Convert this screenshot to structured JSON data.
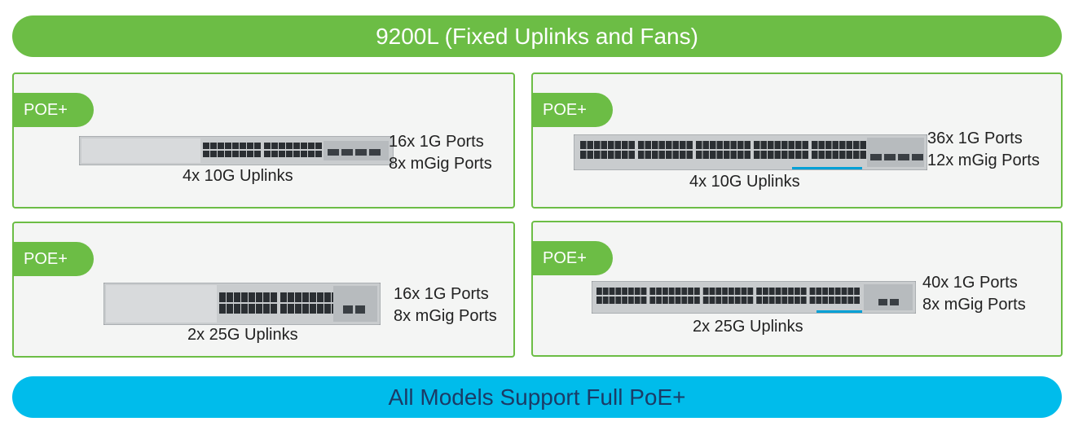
{
  "header": {
    "title": "9200L (Fixed Uplinks and Fans)"
  },
  "footer": {
    "text": "All Models Support Full PoE+"
  },
  "colors": {
    "green": "#6cbd45",
    "blue": "#00bceb",
    "navy": "#1b3b66"
  },
  "cards": [
    {
      "tag": "POE+",
      "uplinks": "4x 10G Uplinks",
      "ports": [
        "16x 1G Ports",
        "8x mGig Ports"
      ]
    },
    {
      "tag": "POE+",
      "uplinks": "4x 10G Uplinks",
      "ports": [
        "36x 1G Ports",
        "12x mGig Ports"
      ]
    },
    {
      "tag": "POE+",
      "uplinks": "2x 25G Uplinks",
      "ports": [
        "16x 1G Ports",
        "8x mGig Ports"
      ]
    },
    {
      "tag": "POE+",
      "uplinks": "2x 25G Uplinks",
      "ports": [
        "40x 1G Ports",
        "8x mGig Ports"
      ]
    }
  ]
}
